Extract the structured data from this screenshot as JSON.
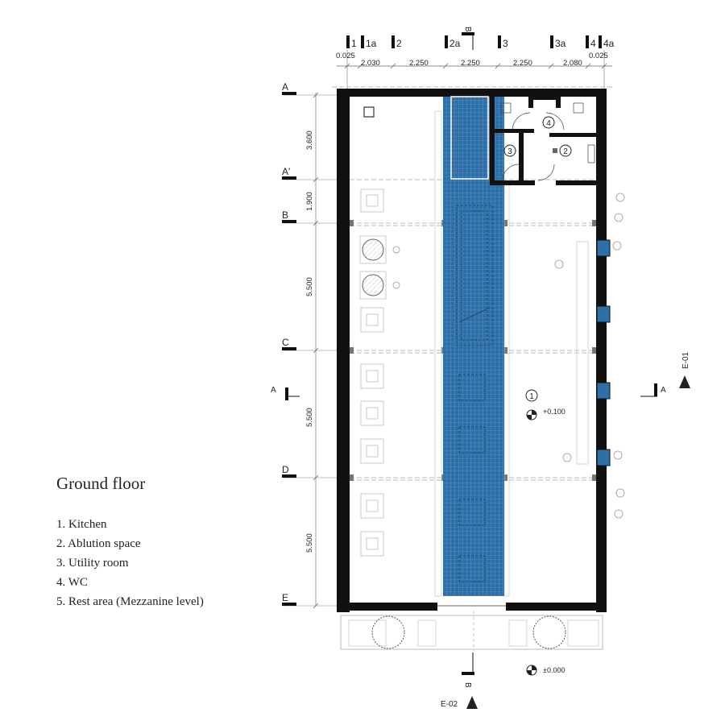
{
  "legend": {
    "title": "Ground floor",
    "items": [
      "1. Kitchen",
      "2. Ablution space",
      "3. Utility room",
      "4. WC",
      "5. Rest area (Mezzanine level)"
    ]
  },
  "grid": {
    "columns": [
      "1",
      "1a",
      "2",
      "2a",
      "3",
      "3a",
      "4",
      "4a"
    ],
    "column_dims": [
      "0.025",
      "2.030",
      "2.250",
      "2.250",
      "2.250",
      "2.080",
      "0.025"
    ],
    "rows": [
      "A",
      "A'",
      "B",
      "C",
      "D",
      "E"
    ],
    "row_dims": [
      "3.600",
      "1.900",
      "5.500",
      "5.500",
      "5.500"
    ]
  },
  "sections": {
    "ab": "A",
    "b": "B"
  },
  "elevations": {
    "e01": "E-01",
    "e02": "E-02"
  },
  "rooms": {
    "r1": "1",
    "r2": "2",
    "r3": "3",
    "r4": "4"
  },
  "levels": {
    "inside": "+0.100",
    "outside": "±0.000"
  },
  "colors": {
    "pool": "#2e6fa8",
    "wall": "#111111",
    "grid_line": "#bbbbbb"
  }
}
